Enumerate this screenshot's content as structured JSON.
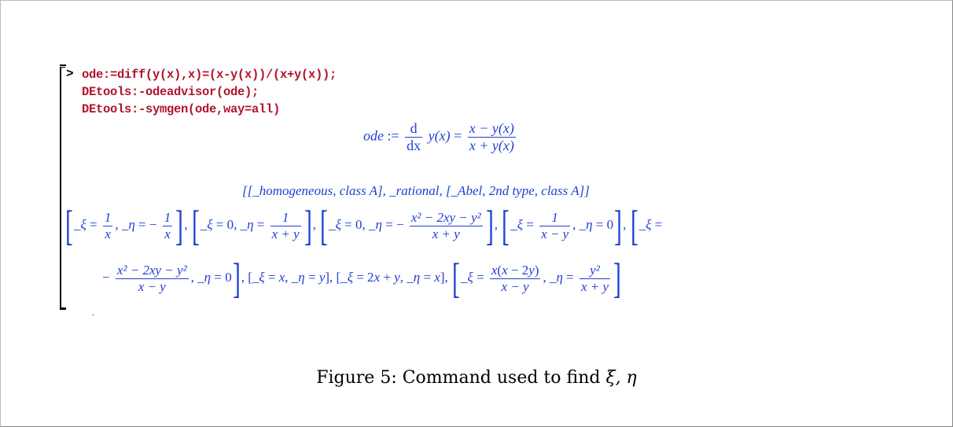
{
  "worksheet": {
    "prompt": ">",
    "commands": [
      "ode:=diff(y(x),x)=(x-y(x))/(x+y(x));",
      "DEtools:-odeadvisor(ode);",
      "DEtools:-symgen(ode,way=all)"
    ],
    "output_ode": {
      "lhs_name": "ode",
      "assign": ":=",
      "deriv_num": "d",
      "deriv_den": "dx",
      "func": "y(x)",
      "eq": "=",
      "rhs_num": "x − y(x)",
      "rhs_den": "x + y(x)"
    },
    "output_advisor": "[[_homogeneous, class A], _rational, [_Abel, 2nd type, class A]]",
    "output_symgen": {
      "line1": [
        {
          "xi": "1/x",
          "eta": "−1/x"
        },
        {
          "xi": "0",
          "eta": "1/(x + y)"
        },
        {
          "xi": "0",
          "eta": "−(x² − 2xy − y²)/(x + y)"
        },
        {
          "xi": "1/(x − y)",
          "eta": "0"
        }
      ],
      "line2": [
        {
          "xi": "−(x² − 2xy − y²)/(x − y)",
          "eta": "0"
        },
        {
          "xi": "x",
          "eta": "y"
        },
        {
          "xi": "2x + y",
          "eta": "x"
        },
        {
          "xi": "x(x − 2y)/(x − y)",
          "eta": "y²/(x + y)"
        }
      ]
    }
  },
  "caption": {
    "prefix": "Figure 5: Command used to find",
    "symbols": "ξ, η"
  }
}
